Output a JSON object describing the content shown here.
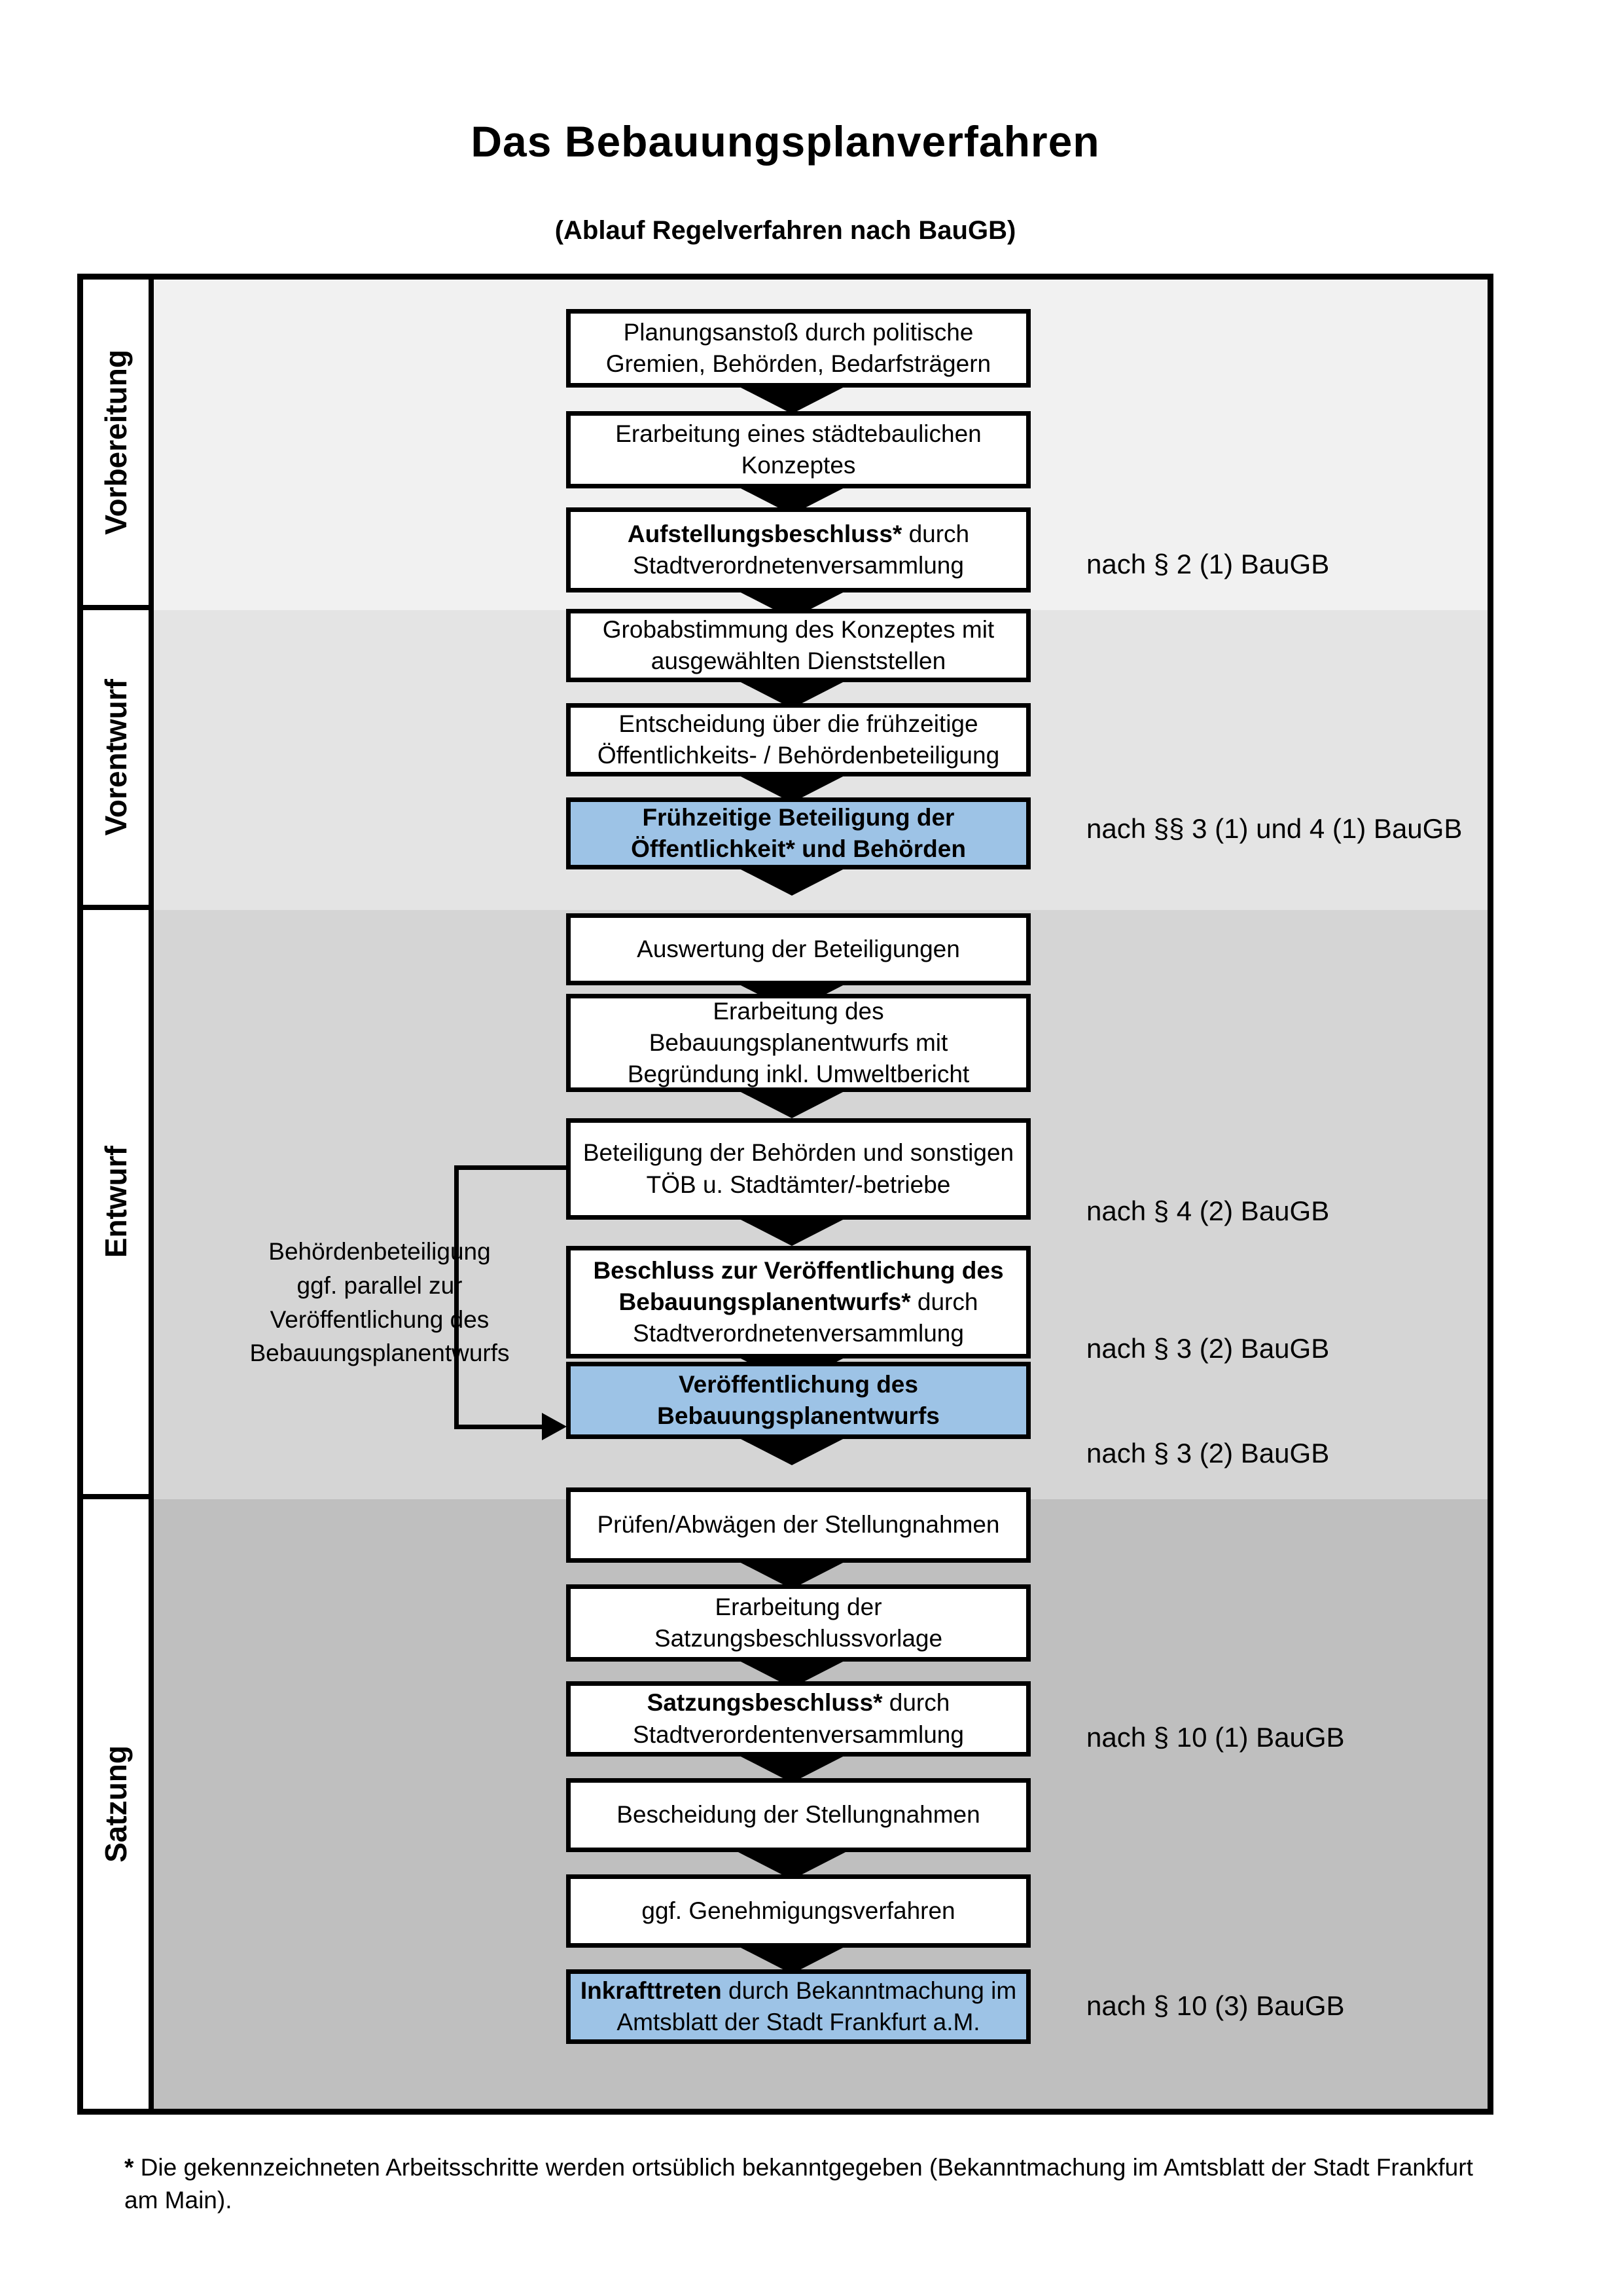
{
  "title": "Das Bebauungsplanverfahren",
  "subtitle": "(Ablauf Regelverfahren nach BauGB)",
  "phases": [
    {
      "label": "Vorbereitung"
    },
    {
      "label": "Vorentwurf"
    },
    {
      "label": "Entwurf"
    },
    {
      "label": "Satzung"
    }
  ],
  "flow": {
    "boxes": [
      {
        "bold": "",
        "rest": "Planungsanstoß durch politische Gremien, Behörden, Bedarfsträgern",
        "variant": "white"
      },
      {
        "bold": "",
        "rest": "Erarbeitung eines städtebaulichen Konzeptes",
        "variant": "white"
      },
      {
        "bold": "Aufstellungsbeschluss*",
        "rest": " durch Stadtverordnetenversammlung",
        "variant": "white"
      },
      {
        "bold": "",
        "rest": "Grobabstimmung des Konzeptes mit ausgewählten Dienststellen",
        "variant": "white"
      },
      {
        "bold": "",
        "rest": "Entscheidung über die frühzeitige Öffentlichkeits- / Behördenbeteiligung",
        "variant": "white"
      },
      {
        "bold": "Frühzeitige Beteiligung der Öffentlichkeit* und Behörden",
        "rest": "",
        "variant": "blue"
      },
      {
        "bold": "",
        "rest": "Auswertung der Beteiligungen",
        "variant": "white"
      },
      {
        "bold": "",
        "rest": "Erarbeitung des Bebauungsplanentwurfs mit Begründung inkl. Umweltbericht",
        "variant": "white"
      },
      {
        "bold": "",
        "rest": "Beteiligung der Behörden und sonstigen TÖB u. Stadtämter/-betriebe",
        "variant": "white"
      },
      {
        "bold": "Beschluss zur Veröffentlichung des Bebauungsplanentwurfs*",
        "rest": " durch Stadtverordnetenversammlung",
        "variant": "white"
      },
      {
        "bold": "Veröffentlichung des Bebauungsplanentwurfs",
        "rest": "",
        "variant": "blue"
      },
      {
        "bold": "",
        "rest": "Prüfen/Abwägen der Stellungnahmen",
        "variant": "white"
      },
      {
        "bold": "",
        "rest": "Erarbeitung der Satzungsbeschlussvorlage",
        "variant": "white"
      },
      {
        "bold": "Satzungsbeschluss*",
        "rest": " durch Stadtverordentenversammlung",
        "variant": "white"
      },
      {
        "bold": "",
        "rest": "Bescheidung der Stellungnahmen",
        "variant": "white"
      },
      {
        "bold": "",
        "rest": "ggf. Genehmigungsverfahren",
        "variant": "white"
      },
      {
        "bold": "Inkrafttreten",
        "rest": " durch Bekanntmachung im Amtsblatt der Stadt Frankfurt a.M.",
        "variant": "blue"
      }
    ]
  },
  "legal_refs": [
    {
      "text": "nach § 2 (1) BauGB"
    },
    {
      "text": "nach §§ 3 (1) und 4 (1) BauGB"
    },
    {
      "text": "nach § 4 (2) BauGB"
    },
    {
      "text": "nach § 3 (2) BauGB"
    },
    {
      "text": "nach § 3 (2) BauGB"
    },
    {
      "text": "nach § 10 (1) BauGB"
    },
    {
      "text": "nach § 10 (3) BauGB"
    }
  ],
  "side_note": "Behördenbeteiligung\nggf. parallel zur\nVeröffentlichung des\nBebauungsplanentwurfs",
  "footnote": {
    "marker": "*",
    "text": " Die gekennzeichneten Arbeitsschritte werden ortsüblich bekanntgegeben (Bekanntmachung im Amtsblatt  der Stadt Frankfurt am Main)."
  },
  "colors": {
    "highlight_blue": "#9dc3e6",
    "phase_bg_vorbereitung": "#f1f1f1",
    "phase_bg_vorentwurf": "#e4e4e4",
    "phase_bg_entwurf": "#d5d5d5",
    "phase_bg_satzung": "#bfbfbf",
    "border_black": "#000000"
  }
}
